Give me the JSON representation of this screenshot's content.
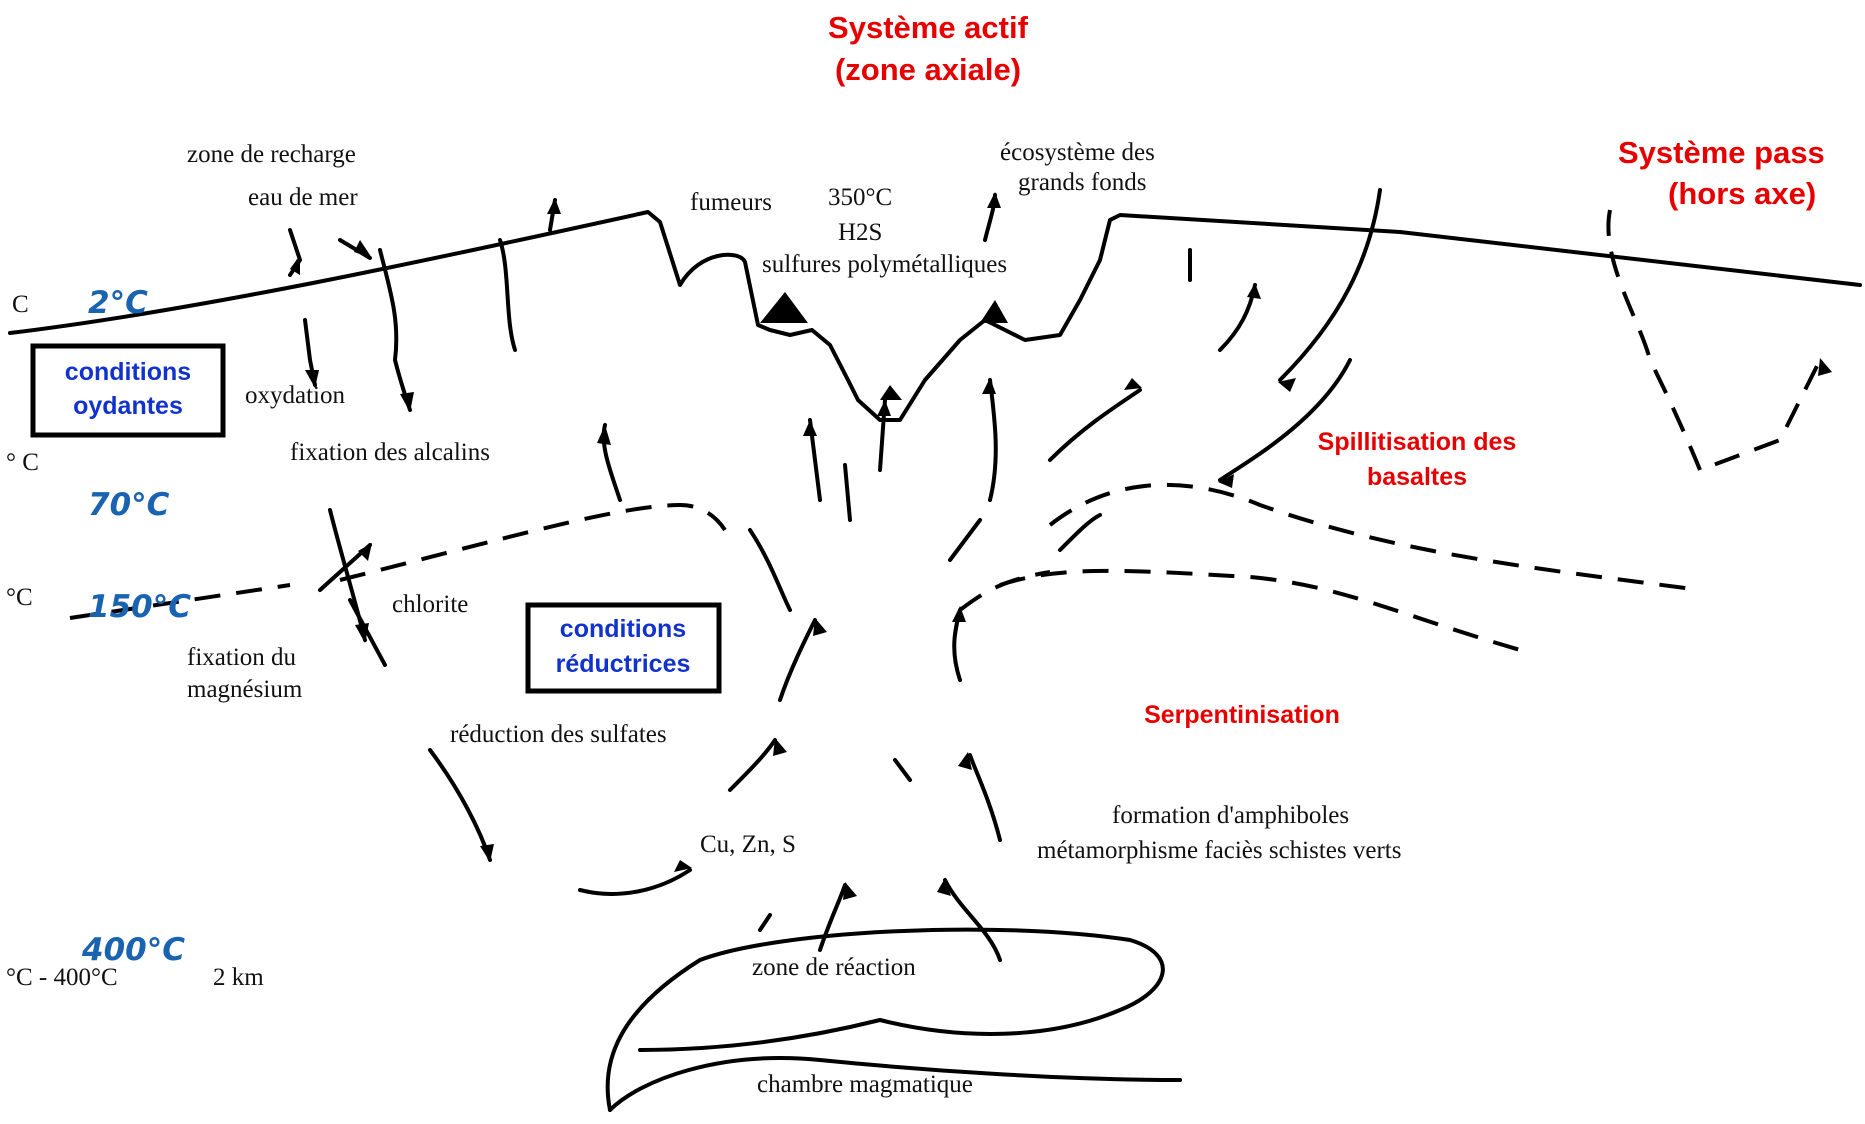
{
  "titles": {
    "active_line1": "Système actif",
    "active_line2": "(zone axiale)",
    "passive_line1": "Système pass",
    "passive_line2": "(hors axe)"
  },
  "labels": {
    "zone_recharge": "zone de recharge",
    "eau_de_mer": "eau de mer",
    "fumeurs": "fumeurs",
    "temp_350": "350°C",
    "h2s": "H2S",
    "sulfures": "sulfures polymétalliques",
    "ecosysteme_1": "écosystème des",
    "ecosysteme_2": "grands fonds",
    "oxydation": "oxydation",
    "fixation_alcalins": "fixation des alcalins",
    "chlorite": "chlorite",
    "fixation_mg_1": "fixation du",
    "fixation_mg_2": "magnésium",
    "reduction_sulfates": "réduction des sulfates",
    "cu_zn_s": "Cu, Zn, S",
    "zone_reaction": "zone de réaction",
    "chambre_magmatique": "chambre magmatique",
    "amphiboles_1": "formation d'amphiboles",
    "amphiboles_2": "métamorphisme faciès schistes verts",
    "depth_range": "°C - 400°C",
    "depth_km": "2 km",
    "cut_c_1": "C",
    "cut_c_2": "° C",
    "cut_c_3": "°C"
  },
  "red_labels": {
    "spillitisation_1": "Spillitisation des",
    "spillitisation_2": "basaltes",
    "serpentinisation": "Serpentinisation"
  },
  "boxes": {
    "oxydantes_1": "conditions",
    "oxydantes_2": "oydantes",
    "reductrices_1": "conditions",
    "reductrices_2": "réductrices"
  },
  "temperatures": {
    "t2": "2°C",
    "t70": "70°C",
    "t150": "150°C",
    "t400": "400°C"
  },
  "colors": {
    "red_text": "#e60000",
    "blue_box_text": "#1133cc",
    "temperature_text": "#1a63b0",
    "ink": "#000000"
  }
}
